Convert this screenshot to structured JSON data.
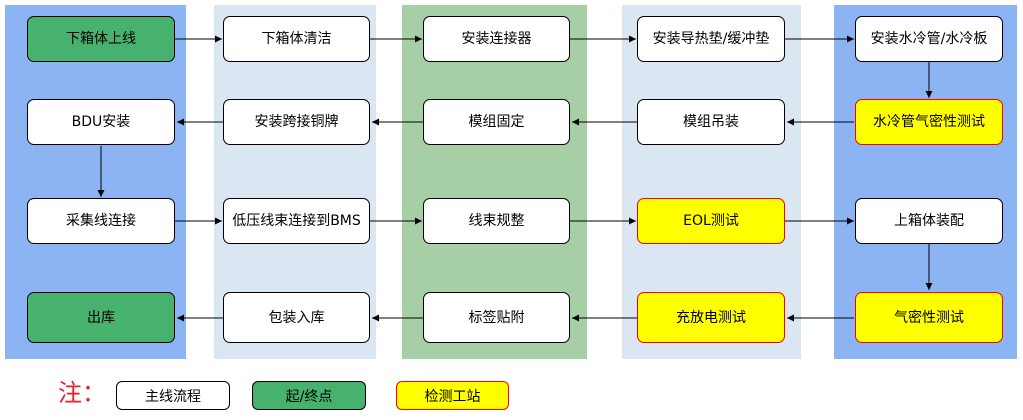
{
  "colors": {
    "blue_column": "#8db4f2",
    "light_column": "#dbe6f3",
    "green_column": "#a7cfa6",
    "start_end": "#46b26e",
    "main_flow": "#ffffff",
    "test_station": "#ffff00",
    "test_border": "#ff0000",
    "note": "#e8202a"
  },
  "nodes": {
    "n1": "下箱体上线",
    "n2": "下箱体清洁",
    "n3": "安装连接器",
    "n4": "安装导热垫/缓冲垫",
    "n5": "安装水冷管/水冷板",
    "n6": "水冷管气密性测试",
    "n7": "模组吊装",
    "n8": "模组固定",
    "n9": "安装跨接铜牌",
    "n10": "BDU安装",
    "n11": "采集线连接",
    "n12": "低压线束连接到BMS",
    "n13": "线束规整",
    "n14": "EOL测试",
    "n15": "上箱体装配",
    "n16": "气密性测试",
    "n17": "充放电测试",
    "n18": "标签贴附",
    "n19": "包装入库",
    "n20": "出库"
  },
  "legend": {
    "note": "注：",
    "main_flow": "主线流程",
    "start_end": "起/终点",
    "test_station": "检测工站"
  }
}
